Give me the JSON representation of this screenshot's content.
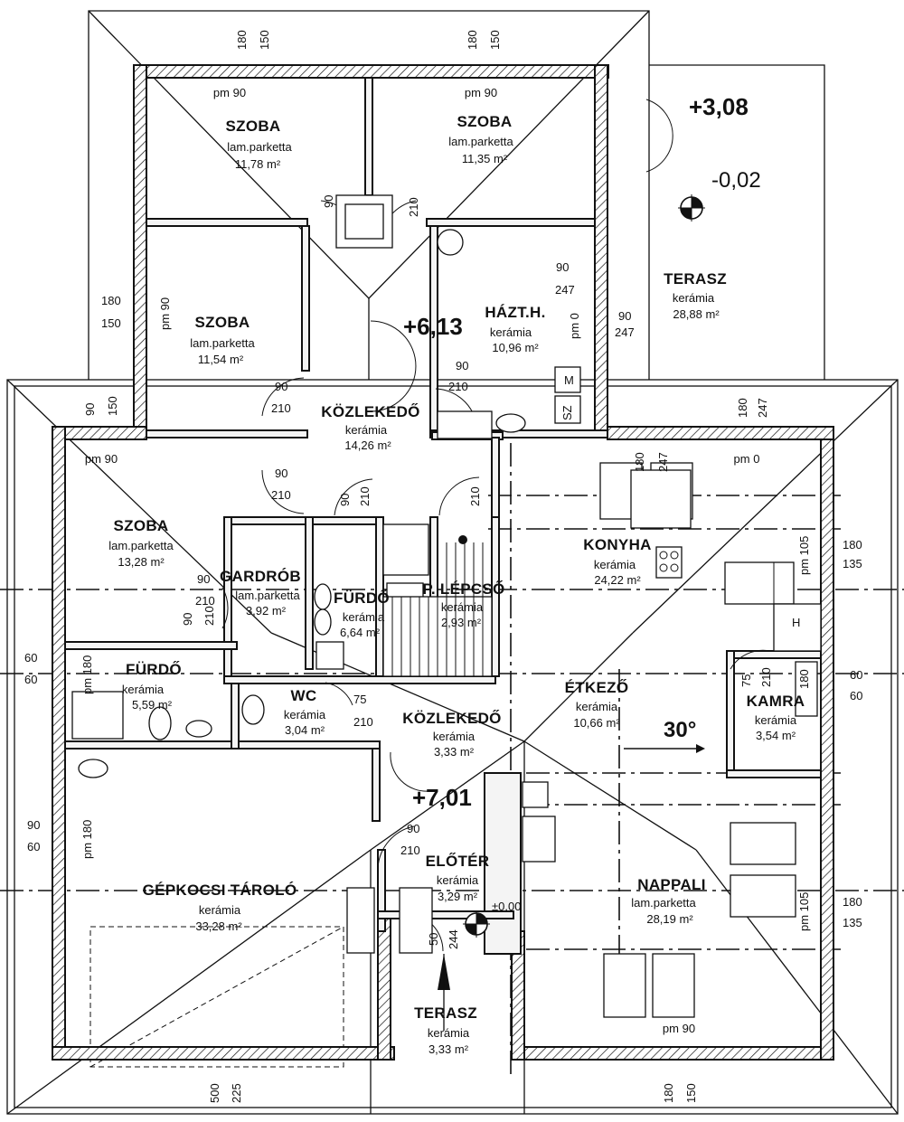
{
  "rooms": {
    "szoba1": {
      "name": "SZOBA",
      "material": "lam.parketta",
      "area": "11,78 m²"
    },
    "szoba2": {
      "name": "SZOBA",
      "material": "lam.parketta",
      "area": "11,35 m²"
    },
    "szoba3": {
      "name": "SZOBA",
      "material": "lam.parketta",
      "area": "11,54 m²"
    },
    "szoba4": {
      "name": "SZOBA",
      "material": "lam.parketta",
      "area": "13,28 m²"
    },
    "haztartasi": {
      "name": "HÁZT.H.",
      "material": "kerámia",
      "area": "10,96 m²"
    },
    "terasz_top": {
      "name": "TERASZ",
      "material": "kerámia",
      "area": "28,88 m²"
    },
    "kozlekedo1": {
      "name": "KÖZLEKEDŐ",
      "material": "kerámia",
      "area": "14,26 m²"
    },
    "gardrob": {
      "name": "GARDRÓB",
      "material": "lam.parketta",
      "area": "3,92 m²"
    },
    "furdo1": {
      "name": "FÜRDŐ",
      "material": "kerámia",
      "area": "6,64 m²"
    },
    "lepcso": {
      "name": "P. LÉPCSŐ",
      "material": "kerámia",
      "area": "2,93 m²"
    },
    "konyha": {
      "name": "KONYHA",
      "material": "kerámia",
      "area": "24,22 m²"
    },
    "furdo2": {
      "name": "FÜRDŐ",
      "material": "kerámia",
      "area": "5,59 m²"
    },
    "wc": {
      "name": "WC",
      "material": "kerámia",
      "area": "3,04 m²"
    },
    "kozlekedo2": {
      "name": "KÖZLEKEDŐ",
      "material": "kerámia",
      "area": "3,33 m²"
    },
    "etkezo": {
      "name": "ÉTKEZŐ",
      "material": "kerámia",
      "area": "10,66 m²"
    },
    "kamra": {
      "name": "KAMRA",
      "material": "kerámia",
      "area": "3,54 m²"
    },
    "garazs": {
      "name": "GÉPKOCSI TÁROLÓ",
      "material": "kerámia",
      "area": "33,28 m²"
    },
    "eloter": {
      "name": "ELŐTÉR",
      "material": "kerámia",
      "area": "3,29 m²"
    },
    "nappali": {
      "name": "NAPPALI",
      "material": "lam.parketta",
      "area": "28,19 m²"
    },
    "terasz_bottom": {
      "name": "TERASZ",
      "material": "kerámia",
      "area": "3,33 m²"
    }
  },
  "levels": {
    "roof_top": "+3,08",
    "ground_terrace": "-0,02",
    "ridge_a": "+6,13",
    "ridge_b": "+7,01",
    "entry": "±0,00"
  },
  "roof_pitch": "30°",
  "dimensions": {
    "top_180_a": "180",
    "top_150_a": "150",
    "top_180_b": "180",
    "top_150_b": "150",
    "pm90_a": "pm 90",
    "pm90_b": "pm 90",
    "door_90_a": "90",
    "door_210_a": "210",
    "side_180": "180",
    "side_150": "150",
    "pm90_left": "pm 90",
    "ht_90": "90",
    "ht_247": "247",
    "ht_pm0": "pm 0",
    "ht_90b": "90",
    "ht_247b": "247",
    "ht_door_90": "90",
    "ht_door_210": "210",
    "koz_90": "90",
    "koz_210": "210",
    "left_90": "90",
    "left_150": "150",
    "pm90_mid": "pm 90",
    "koz2_90": "90",
    "koz2_210": "210",
    "fur_90": "90",
    "fur_210": "210",
    "lep_210": "210",
    "konyha_180": "180",
    "konyha_247": "247",
    "konyha_pm0": "pm 0",
    "k_180": "180",
    "k_247": "247",
    "right_180": "180",
    "right_135": "135",
    "right_pm105": "pm 105",
    "gar_90": "90",
    "gar_210": "210",
    "gar2_90": "90",
    "gar2_210": "210",
    "left_60": "60",
    "left_60b": "60",
    "pm180_left": "pm 180",
    "wc_75": "75",
    "wc_210": "210",
    "kamra_75": "75",
    "kamra_210": "210",
    "kamra_180": "180",
    "right_60": "60",
    "right_60b": "60",
    "left_90b": "90",
    "left_60c": "60",
    "pm180_gar": "pm 180",
    "el_90": "90",
    "el_210": "210",
    "el_50": "50",
    "el_244": "244",
    "right2_180": "180",
    "right2_135": "135",
    "right2_pm105": "pm 105",
    "pm90_bottom": "pm 90",
    "bottom_500": "500",
    "bottom_225": "225",
    "bottom_180": "180",
    "bottom_150": "150",
    "hazt_m": "M",
    "hazt_sz": "SZ",
    "kamra_h": "H"
  }
}
